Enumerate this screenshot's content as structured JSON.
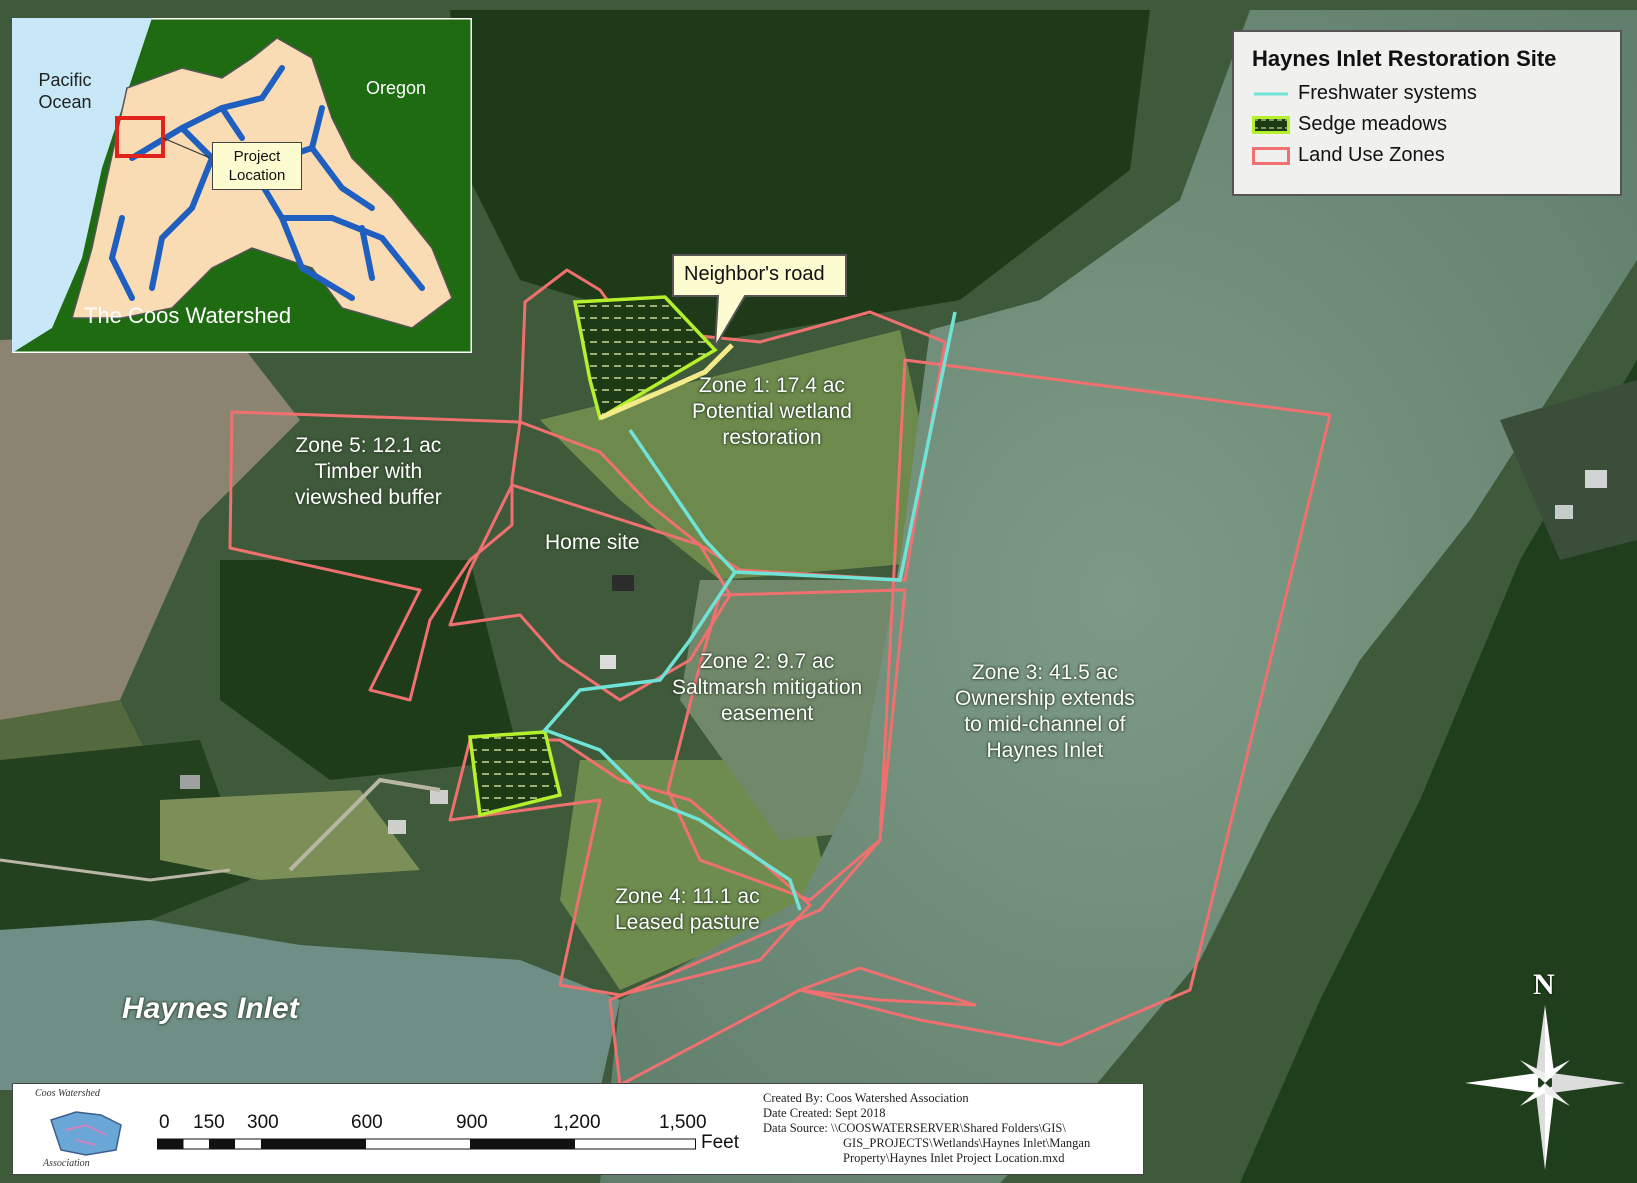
{
  "legend": {
    "title": "Haynes Inlet Restoration Site",
    "items": [
      {
        "label": "Freshwater systems",
        "color": "#6fe3d6"
      },
      {
        "label": "Sedge meadows",
        "color": "#b5f02c"
      },
      {
        "label": "Land Use Zones",
        "color": "#f07070"
      }
    ]
  },
  "inset": {
    "labels": {
      "pacific": "Pacific Ocean",
      "oregon": "Oregon",
      "project": "Project Location",
      "watershed": "The Coos Watershed"
    },
    "colors": {
      "land": "#fadcb4",
      "background": "#1e6b12",
      "ocean": "#c8e8f8",
      "rivers": "#1f5fbf",
      "marker": "#e0241c"
    }
  },
  "map_labels": {
    "neighbors_road": "Neighbor's road",
    "zone1": [
      "Zone 1: 17.4 ac",
      "Potential wetland",
      "restoration"
    ],
    "zone5": [
      "Zone 5: 12.1 ac",
      "Timber with",
      "viewshed buffer"
    ],
    "home_site": "Home site",
    "zone2": [
      "Zone 2: 9.7 ac",
      "Saltmarsh mitigation",
      "easement"
    ],
    "zone3": [
      "Zone 3: 41.5 ac",
      "Ownership extends",
      "to mid-channel of",
      "Haynes Inlet"
    ],
    "zone4": [
      "Zone 4: 11.1 ac",
      "Leased pasture"
    ],
    "haynes_inlet": "Haynes Inlet"
  },
  "scale": {
    "ticks": [
      "0",
      "150",
      "300",
      "600",
      "900",
      "1,200",
      "1,500"
    ],
    "unit": "Feet",
    "logo_top": "Coos Watershed",
    "logo_bottom": "Association"
  },
  "credits": [
    "Created By: Coos Watershed Association",
    "Date Created: Sept 2018",
    "Data Source: \\\\COOSWATERSERVER\\Shared Folders\\GIS\\",
    "GIS_PROJECTS\\Wetlands\\Haynes Inlet\\Mangan",
    "Property\\Haynes Inlet Project Location.mxd"
  ],
  "north_label": "N"
}
